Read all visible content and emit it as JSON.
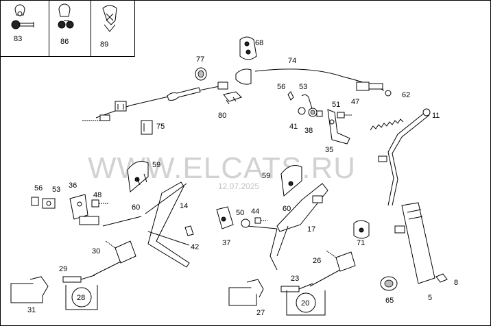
{
  "watermark": {
    "text": "WWW.ELCATS.RU",
    "date": "12.07.2025"
  },
  "legend_parts": [
    {
      "label": "83",
      "icon": "clip-with-hose-icon"
    },
    {
      "label": "86",
      "icon": "clip-icon"
    },
    {
      "label": "89",
      "icon": "wire-clamp-icon"
    }
  ],
  "part_labels": [
    "68",
    "77",
    "74",
    "80",
    "75",
    "56",
    "53",
    "51",
    "47",
    "62",
    "11",
    "41",
    "38",
    "35",
    "59",
    "36",
    "48",
    "60",
    "14",
    "50",
    "44",
    "42",
    "17",
    "30",
    "37",
    "71",
    "26",
    "29",
    "28",
    "31",
    "23",
    "20",
    "27",
    "8",
    "65",
    "5"
  ]
}
